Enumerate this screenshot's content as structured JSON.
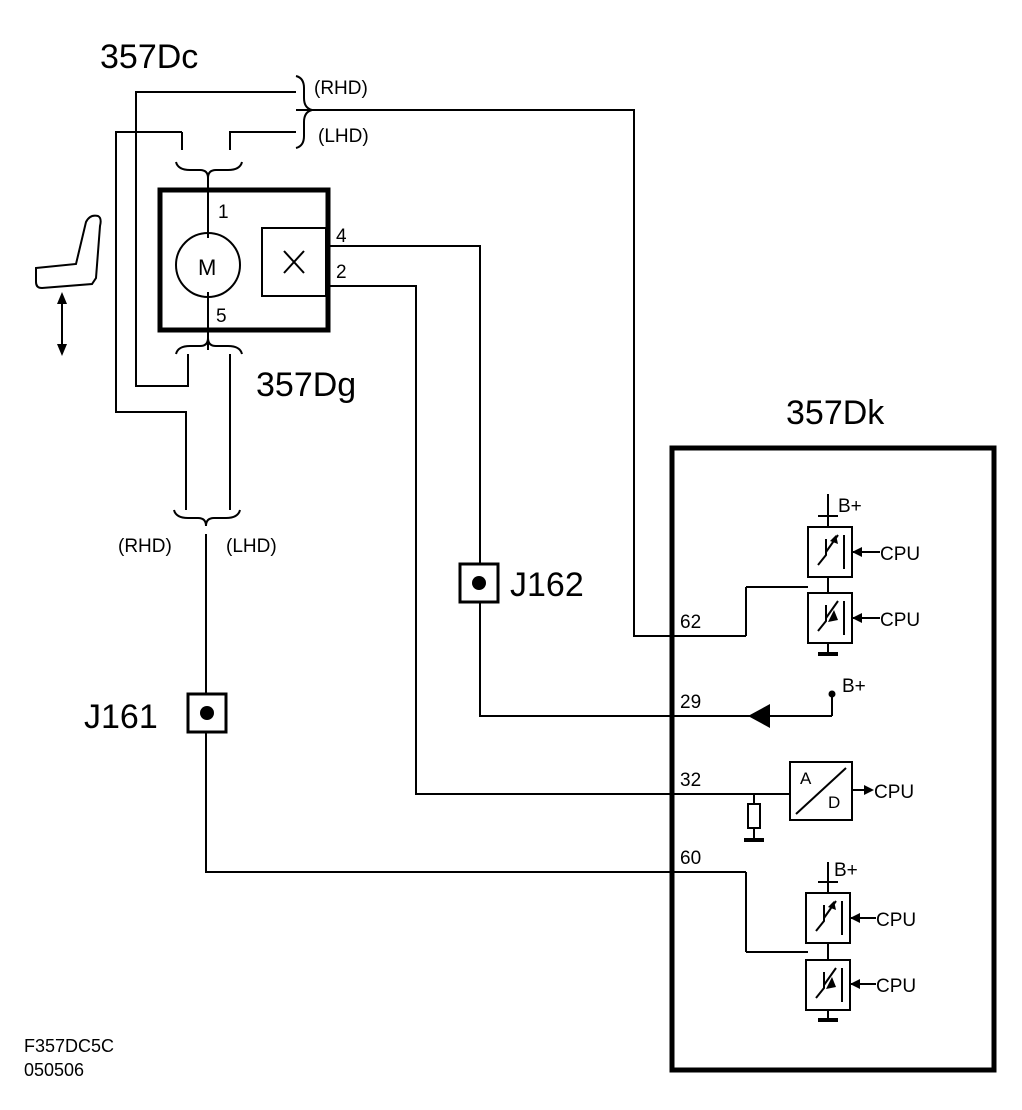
{
  "labels": {
    "connector_top": "357Dc",
    "connector_mid": "357Dg",
    "ecu": "357Dk",
    "motor": "M",
    "pin_motor_top": "1",
    "pin_motor_bottom": "5",
    "pin_sensor_4": "4",
    "pin_sensor_2": "2",
    "rhd_top": "(RHD)",
    "lhd_top": "(LHD)",
    "rhd_bottom": "(RHD)",
    "lhd_bottom": "(LHD)",
    "junction_1": "J162",
    "junction_2": "J161",
    "pin_62": "62",
    "pin_29": "29",
    "pin_32": "32",
    "pin_60": "60",
    "bplus": "B+",
    "cpu": "CPU",
    "adc_a": "A",
    "adc_d": "D",
    "footer_code": "F357DC5C",
    "footer_date": "050506"
  },
  "icons": [
    "seat-icon",
    "up-down-arrow-icon",
    "ground-icon",
    "transistor-switch-icon",
    "resistor-icon",
    "adc-icon",
    "diode-icon"
  ]
}
